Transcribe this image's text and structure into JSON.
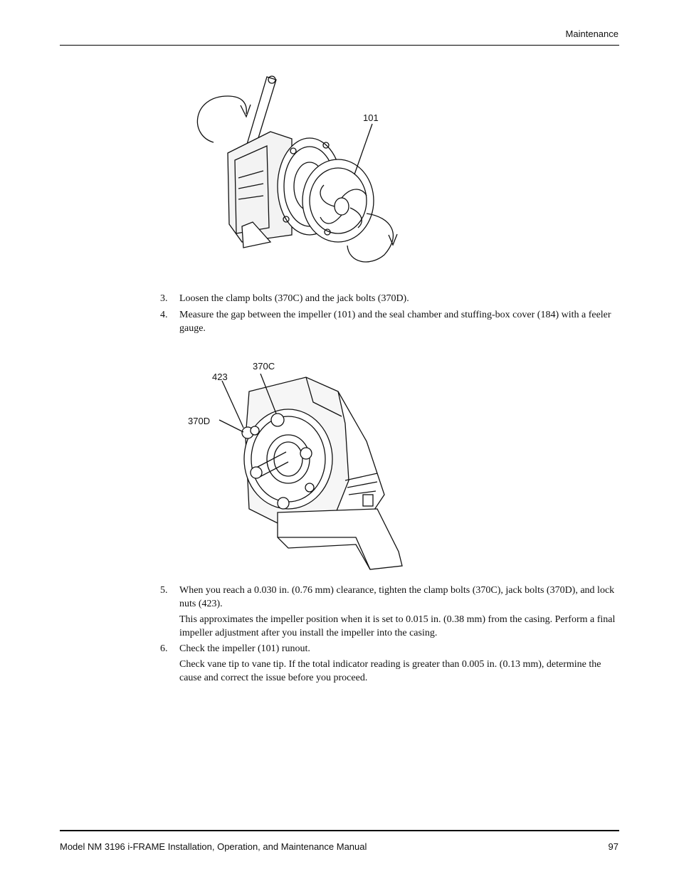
{
  "header": {
    "section": "Maintenance"
  },
  "figure1": {
    "callout_101": "101"
  },
  "steps_a": [
    {
      "num": "3.",
      "text": "Loosen the clamp bolts (370C) and the jack bolts (370D)."
    },
    {
      "num": "4.",
      "text": "Measure the gap between the impeller (101) and the seal chamber and stuffing-box cover (184) with a feeler gauge."
    }
  ],
  "figure2": {
    "callout_370c": "370C",
    "callout_423": "423",
    "callout_370d": "370D"
  },
  "steps_b": [
    {
      "num": "5.",
      "text": "When you reach a 0.030 in. (0.76 mm) clearance, tighten the clamp bolts (370C), jack bolts (370D), and lock nuts (423)."
    },
    {
      "num": "6.",
      "text": "Check the impeller (101) runout."
    }
  ],
  "paras": {
    "after5": "This approximates the impeller position when it is set to 0.015 in. (0.38 mm) from the casing. Perform a final impeller adjustment after you install the impeller into the casing.",
    "after6": "Check vane tip to vane tip. If  the total indicator reading is greater than 0.005 in. (0.13 mm), determine the cause and correct the issue before you proceed."
  },
  "footer": {
    "title": "Model NM 3196 i-FRAME Installation, Operation, and Maintenance Manual",
    "page": "97"
  }
}
